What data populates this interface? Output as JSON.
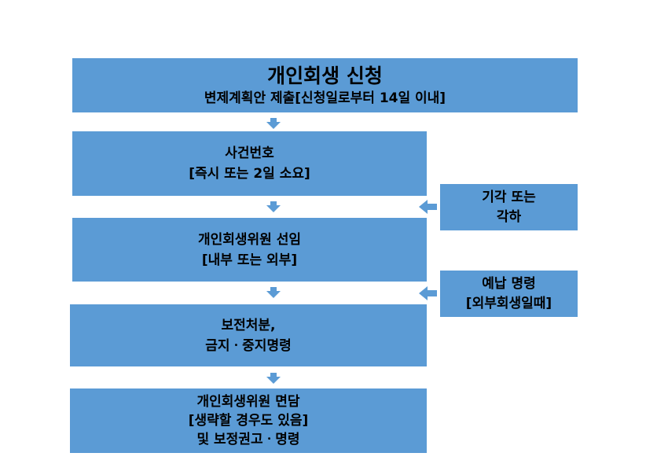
{
  "steps": [
    {
      "lines": [
        "개인회생 신청",
        "변제계획안 제출[신청일로부터 14일 이내]"
      ]
    },
    {
      "lines": [
        "사건번호",
        "[즉시 또는 2일 소요]"
      ]
    },
    {
      "lines": [
        "개인회생위원 선임",
        "[내부 또는 외부]"
      ]
    },
    {
      "lines": [
        "보전처분,",
        "금지ㆍ중지명령"
      ]
    },
    {
      "lines": [
        "개인회생위원 면담",
        "[생략할 경우도 있음]",
        "및 보정권고ㆍ명령"
      ]
    }
  ],
  "side_notes": [
    {
      "lines": [
        "기각 또는",
        "각하"
      ]
    },
    {
      "lines": [
        "예납 명령",
        "[외부회생일때]"
      ]
    }
  ],
  "colors": {
    "box": "#5b9bd5"
  }
}
